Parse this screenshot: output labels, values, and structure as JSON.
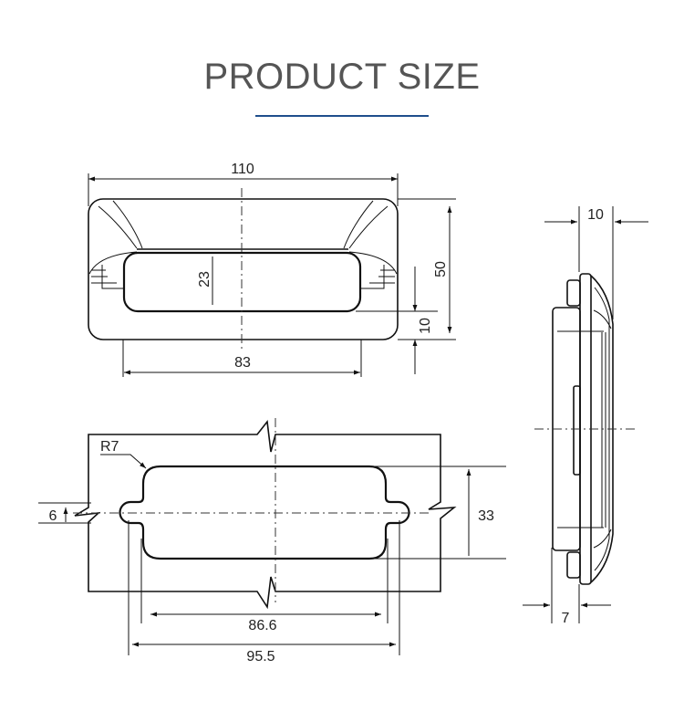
{
  "header": {
    "title": "PRODUCT SIZE",
    "accent_color": "#1f4e8c"
  },
  "front_view": {
    "width": "110",
    "opening_height": "23",
    "height": "50",
    "bottom_margin": "10",
    "opening_width": "83"
  },
  "cutout_view": {
    "radius": "R7",
    "lobe_height": "6",
    "height": "33",
    "inner_width": "86.6",
    "outer_width": "95.5"
  },
  "side_view": {
    "depth_front": "10",
    "depth_back": "7"
  }
}
